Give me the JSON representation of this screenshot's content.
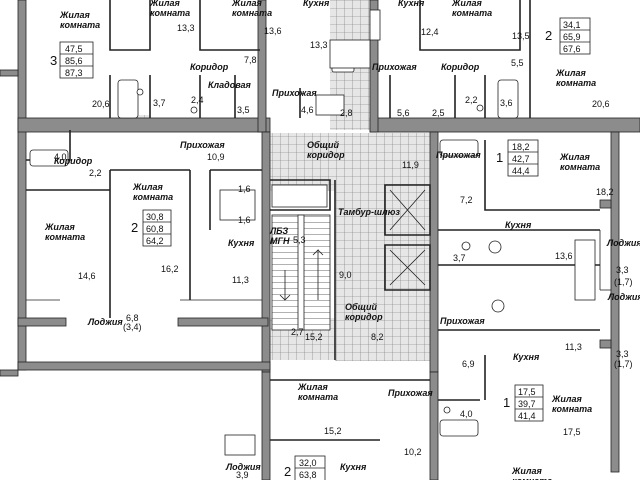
{
  "rooms": {
    "living": "Жилая комната",
    "corridor": "Коридор",
    "hall": "Прихожая",
    "pantry": "Кладовая",
    "kitchen": "Кухня",
    "loggia": "Лоджия",
    "common_corridor": "Общий коридор",
    "vestibule": "Тамбур-шлюз",
    "mgn": "ЛБЗ МГН"
  },
  "areas": [
    "13,3",
    "13,6",
    "13,3",
    "7,8",
    "12,4",
    "13,5",
    "5,5",
    "20,6",
    "3,7",
    "2,4",
    "3,5",
    "4,6",
    "2,8",
    "5,6",
    "2,5",
    "2,2",
    "3,6",
    "20,6",
    "4,0",
    "2,2",
    "10,9",
    "11,9",
    "7,2",
    "18,2",
    "1,6",
    "1,6",
    "14,6",
    "16,2",
    "11,3",
    "5,3",
    "13,6",
    "3,7",
    "3,3",
    "(1,7)",
    "9,0",
    "6,8",
    "(3,4)",
    "2,7",
    "15,2",
    "8,2",
    "11,3",
    "3,3",
    "(1,7)",
    "6,9",
    "4,0",
    "17,5",
    "15,2",
    "10,2",
    "3,9"
  ],
  "apartments": [
    {
      "rooms": "3",
      "areas": [
        "47,5",
        "85,6",
        "87,3"
      ]
    },
    {
      "rooms": "2",
      "areas": [
        "34,1",
        "65,9",
        "67,6"
      ]
    },
    {
      "rooms": "1",
      "areas": [
        "18,2",
        "42,7",
        "44,4"
      ]
    },
    {
      "rooms": "2",
      "areas": [
        "30,8",
        "60,8",
        "64,2"
      ]
    },
    {
      "rooms": "1",
      "areas": [
        "17,5",
        "39,7",
        "41,4"
      ]
    },
    {
      "rooms": "2",
      "areas": [
        "32,0",
        "63,8"
      ]
    }
  ],
  "colors": {
    "wall": "#8c8c8c",
    "line": "#222222",
    "background": "#ffffff",
    "tile": "#e2e2e2"
  }
}
